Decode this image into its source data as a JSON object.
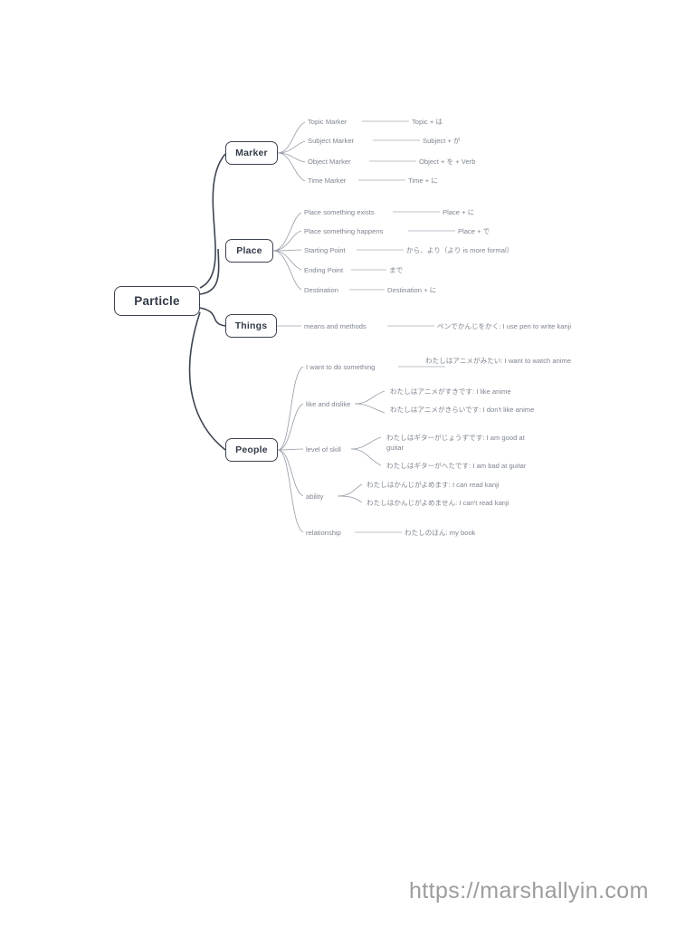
{
  "page": {
    "background": "#ffffff",
    "watermark": "https://marshallyin.com",
    "watermark_color": "#9d9d9d"
  },
  "colors": {
    "node_border": "#3d4451",
    "node_text": "#323a47",
    "leaf_text": "#7e8590",
    "trunk_line": "#3d4451",
    "branch_line": "#9aa0ab"
  },
  "mindmap": {
    "root": {
      "label": "Particle"
    },
    "branches": [
      {
        "label": "Marker",
        "items": [
          {
            "label": "Topic Marker",
            "value": "Topic + は"
          },
          {
            "label": "Subject Marker",
            "value": "Subject + が"
          },
          {
            "label": "Object Marker",
            "value": "Object + を + Verb"
          },
          {
            "label": "Time Marker",
            "value": "Time + に"
          }
        ]
      },
      {
        "label": "Place",
        "items": [
          {
            "label": "Place something exists",
            "value": "Place + に"
          },
          {
            "label": "Place something happens",
            "value": "Place + で"
          },
          {
            "label": "Starting Point",
            "value": "から、より（より is more formal）"
          },
          {
            "label": "Ending Point",
            "value": "まで"
          },
          {
            "label": "Destination",
            "value": "Destination + に"
          }
        ]
      },
      {
        "label": "Things",
        "items": [
          {
            "label": "means and methods",
            "value": "ペンでかんじをかく: I use pen to write kanji"
          }
        ]
      },
      {
        "label": "People",
        "items": [
          {
            "label": "I want to do something",
            "value": "わたしはアニメがみたい:  I want to watch anime"
          },
          {
            "label": "like and dislike",
            "values": [
              "わたしはアニメがすきです:  I like anime",
              "わたしはアニメがきらいです: I don't like anime"
            ]
          },
          {
            "label": "level of skill",
            "values": [
              "わたしはギターがじょうずです: I am good at guitar",
              "わたしはギターがへたです: I am bad at guitar"
            ]
          },
          {
            "label": "ability",
            "values": [
              "わたしはかんじがよめます:  I can read kanji",
              "わたしはかんじがよめません:  I can't read kanji"
            ]
          },
          {
            "label": "relationship",
            "value": "わたしのほん: my book"
          }
        ]
      }
    ]
  }
}
